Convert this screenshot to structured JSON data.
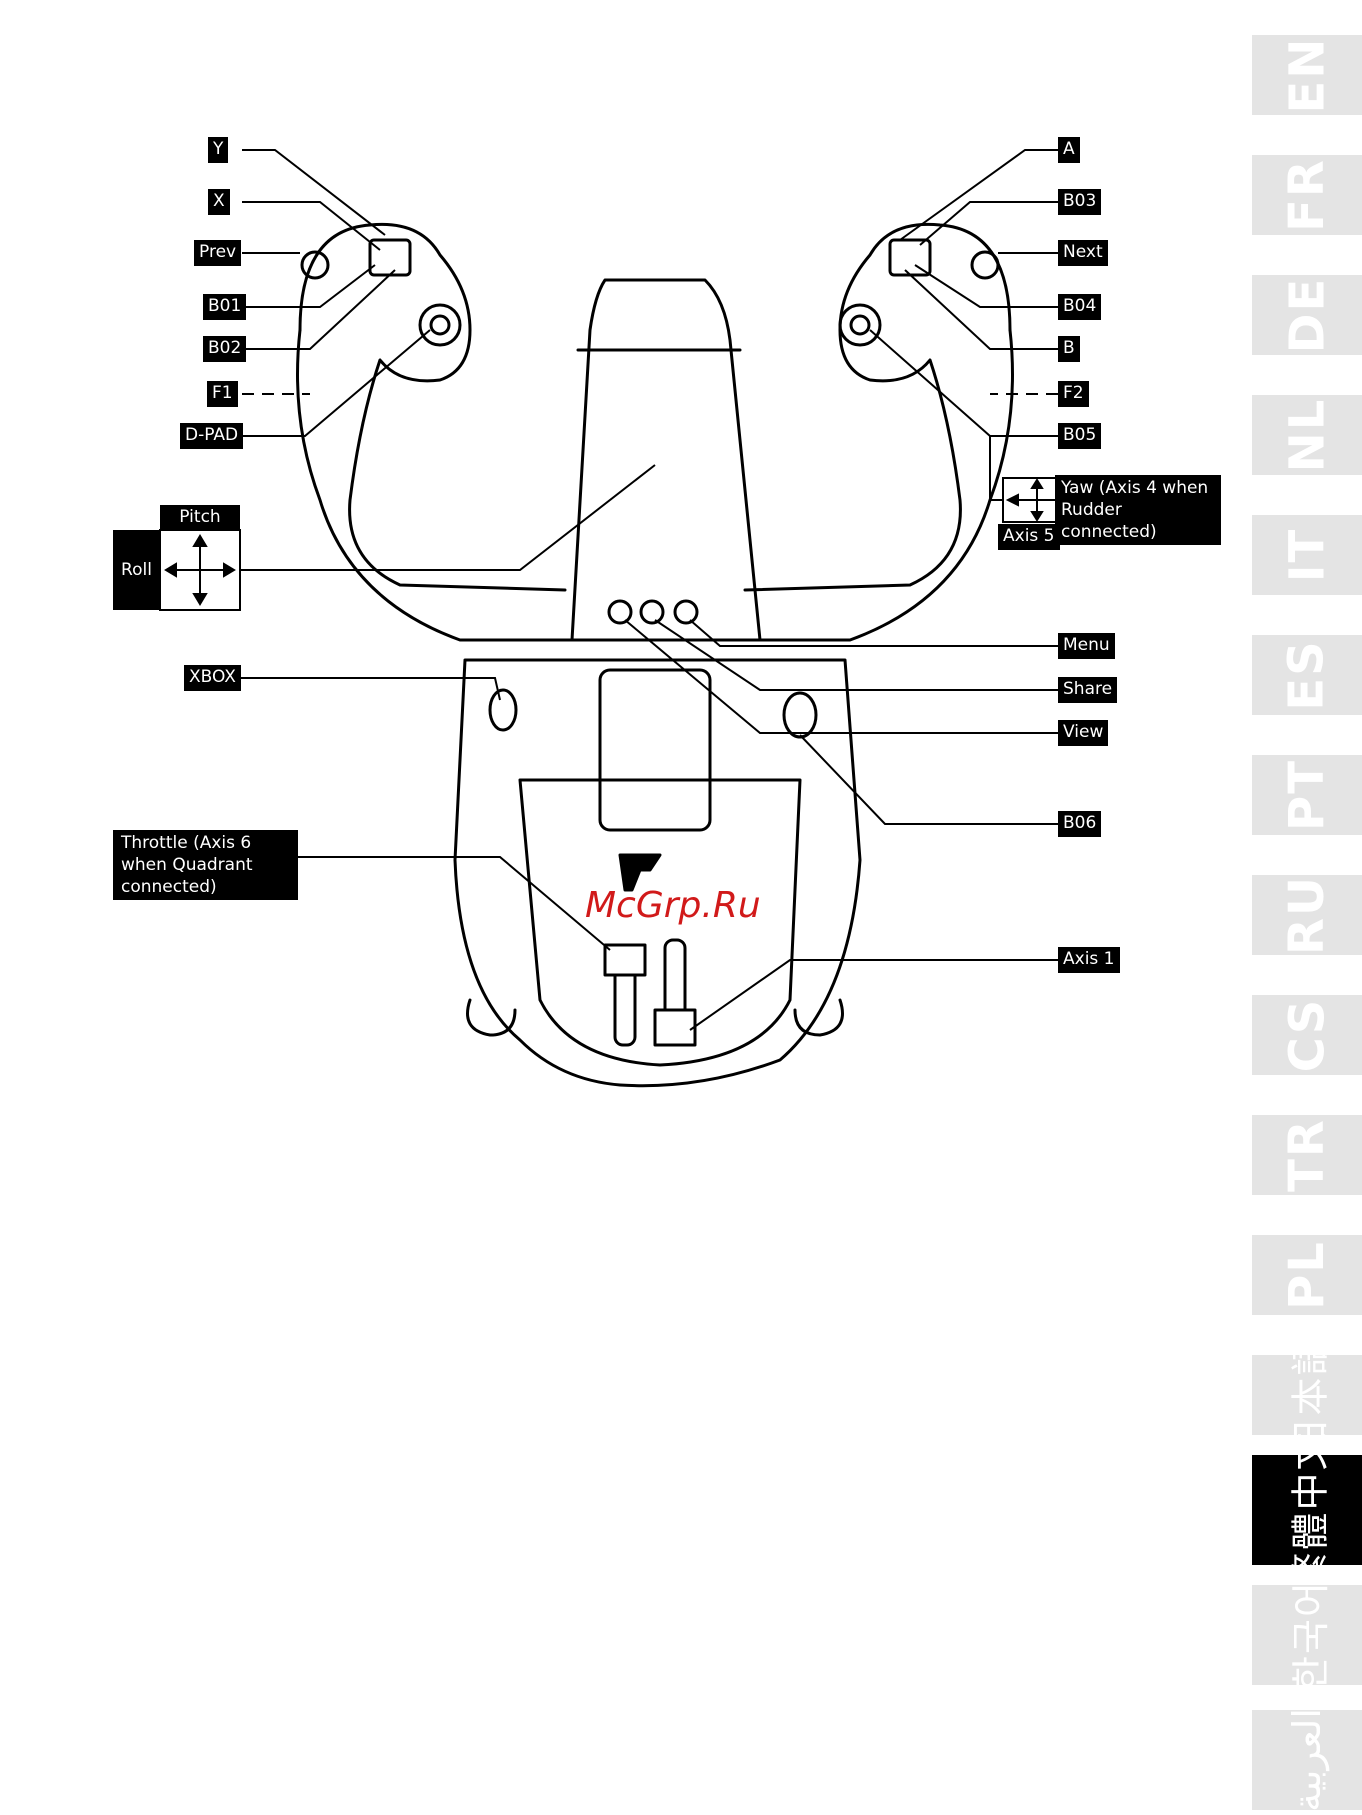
{
  "labels": {
    "y": "Y",
    "x": "X",
    "prev": "Prev",
    "b01": "B01",
    "b02": "B02",
    "f1": "F1",
    "dpad": "D-PAD",
    "pitch": "Pitch",
    "roll": "Roll",
    "xbox": "XBOX",
    "throttle": "Throttle (Axis 6 when Quadrant connected)",
    "a": "A",
    "b03": "B03",
    "next": "Next",
    "b04": "B04",
    "b": "B",
    "f2": "F2",
    "b05": "B05",
    "yaw": "Yaw (Axis 4 when Rudder connected)",
    "axis5": "Axis 5",
    "menu": "Menu",
    "share": "Share",
    "view": "View",
    "b06": "B06",
    "axis1": "Axis 1"
  },
  "watermark": "McGrp.Ru",
  "language_tabs": [
    {
      "label": "EN",
      "active": false
    },
    {
      "label": "FR",
      "active": false
    },
    {
      "label": "DE",
      "active": false
    },
    {
      "label": "NL",
      "active": false
    },
    {
      "label": "IT",
      "active": false
    },
    {
      "label": "ES",
      "active": false
    },
    {
      "label": "PT",
      "active": false
    },
    {
      "label": "RU",
      "active": false
    },
    {
      "label": "CS",
      "active": false
    },
    {
      "label": "TR",
      "active": false
    },
    {
      "label": "PL",
      "active": false
    },
    {
      "label": "日本語",
      "active": false
    },
    {
      "label": "繁體中文",
      "active": true
    },
    {
      "label": "한국어",
      "active": false
    },
    {
      "label": "العربية",
      "active": false
    }
  ]
}
